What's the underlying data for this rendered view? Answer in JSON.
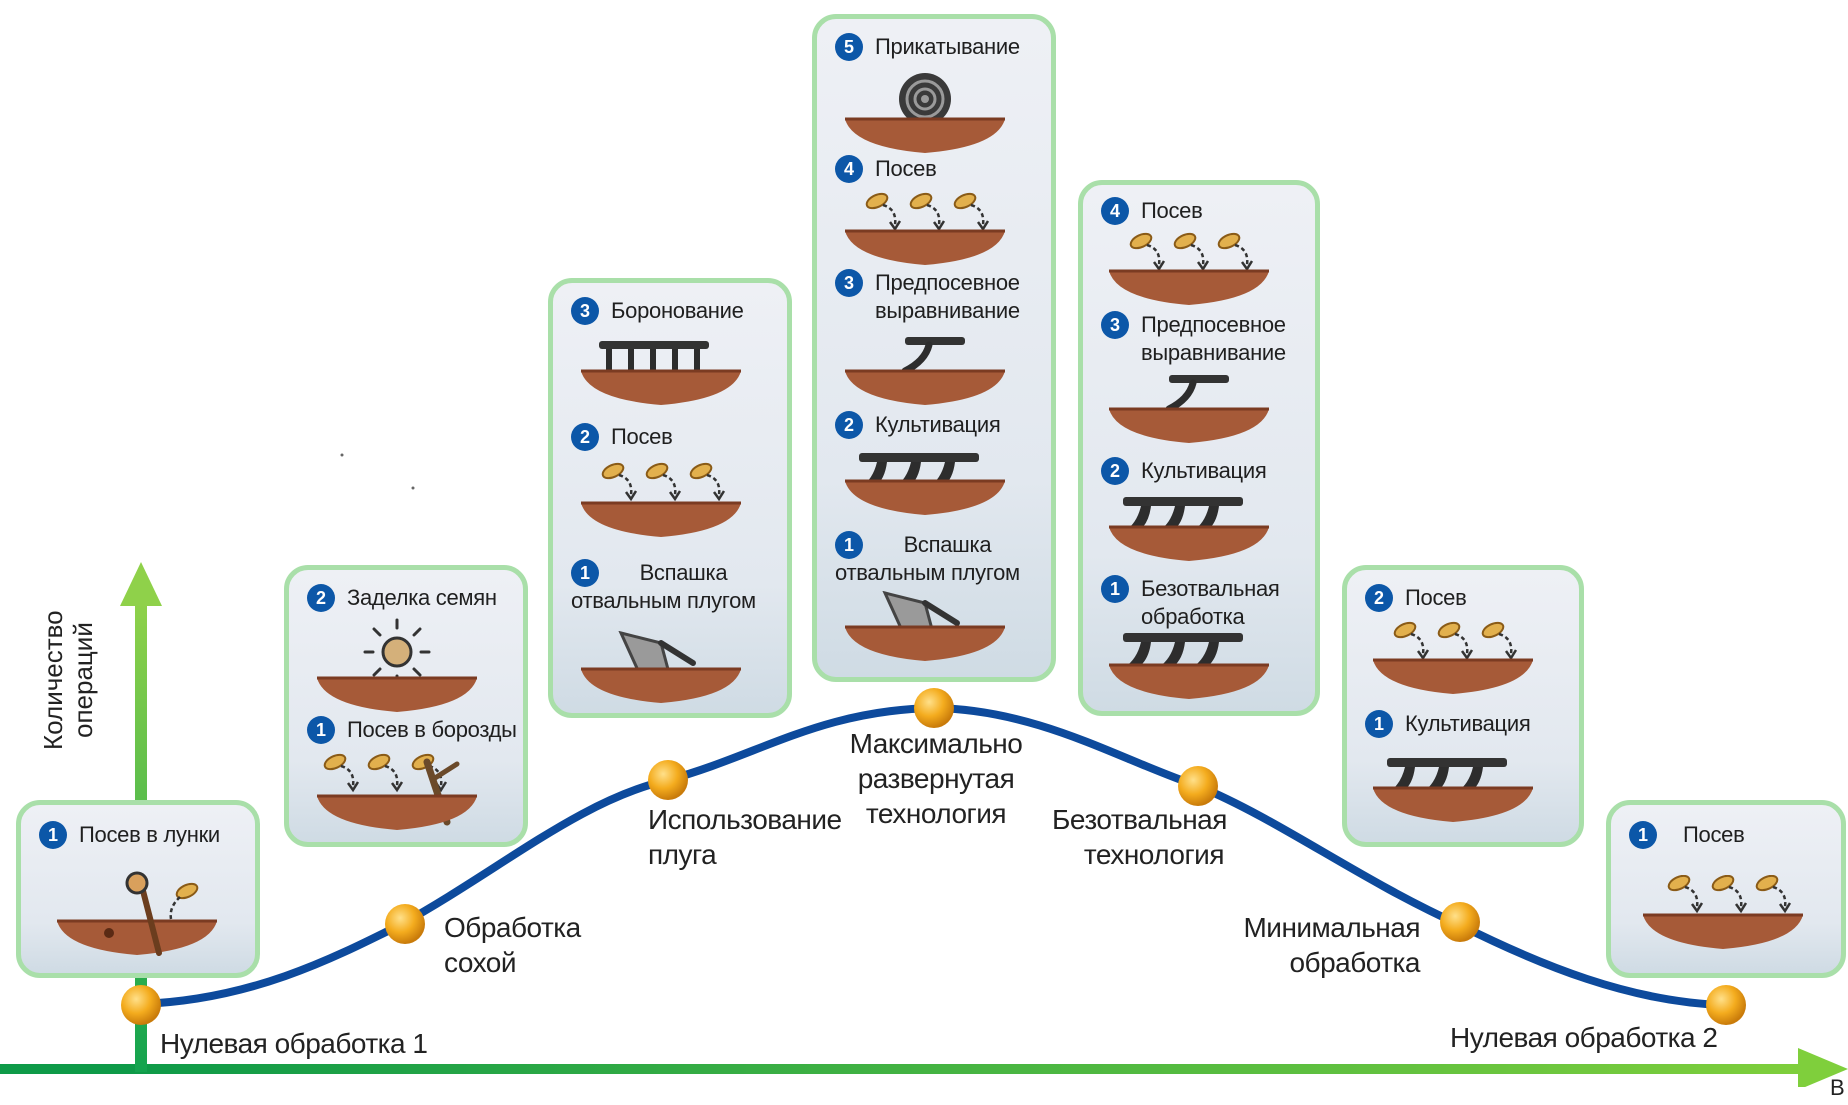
{
  "axis": {
    "y_label_line1": "Количество",
    "y_label_line2": "операций",
    "x_label_fragment": "В"
  },
  "stages": [
    {
      "label": "Нулевая обработка 1"
    },
    {
      "label_line1": "Обработка",
      "label_line2": "сохой"
    },
    {
      "label_line1": "Использование",
      "label_line2": "плуга"
    },
    {
      "label_line1": "Максимально",
      "label_line2": "развернутая",
      "label_line3": "технология"
    },
    {
      "label_line1": "Безотвальная",
      "label_line2": "технология"
    },
    {
      "label_line1": "Минимальная",
      "label_line2": "обработка"
    },
    {
      "label": "Нулевая обработка 2"
    }
  ],
  "panels": [
    {
      "steps": [
        {
          "num": "1",
          "label": "Посев в лунки"
        }
      ]
    },
    {
      "steps": [
        {
          "num": "2",
          "label": "Заделка семян"
        },
        {
          "num": "1",
          "label": "Посев в борозды"
        }
      ]
    },
    {
      "steps": [
        {
          "num": "3",
          "label": "Боронование"
        },
        {
          "num": "2",
          "label": "Посев"
        },
        {
          "num": "1",
          "label_line1": "Вспашка",
          "label_line2": "отвальным плугом"
        }
      ]
    },
    {
      "steps": [
        {
          "num": "5",
          "label": "Прикатывание"
        },
        {
          "num": "4",
          "label": "Посев"
        },
        {
          "num": "3",
          "label_line1": "Предпосевное",
          "label_line2": "выравнивание"
        },
        {
          "num": "2",
          "label": "Культивация"
        },
        {
          "num": "1",
          "label_line1": "Вспашка",
          "label_line2": "отвальным плугом"
        }
      ]
    },
    {
      "steps": [
        {
          "num": "4",
          "label": "Посев"
        },
        {
          "num": "3",
          "label_line1": "Предпосевное",
          "label_line2": "выравнивание"
        },
        {
          "num": "2",
          "label": "Культивация"
        },
        {
          "num": "1",
          "label_line1": "Безотвальная",
          "label_line2": "обработка"
        }
      ]
    },
    {
      "steps": [
        {
          "num": "2",
          "label": "Посев"
        },
        {
          "num": "1",
          "label": "Культивация"
        }
      ]
    },
    {
      "steps": [
        {
          "num": "1",
          "label": "Посев"
        }
      ]
    }
  ],
  "colors": {
    "curve": "#0d4a9c",
    "node": "#f2a81d",
    "axis": "#14a64e",
    "panel_border": "#a9dfa9",
    "step_number": "#0c57a8",
    "soil": "#a65a38"
  },
  "icons": [
    "soil-icon",
    "seed-icon",
    "dibble-stick-icon",
    "sun-icon",
    "plow-icon",
    "harrow-icon",
    "cultivator-icon",
    "leveler-icon",
    "roller-icon"
  ]
}
